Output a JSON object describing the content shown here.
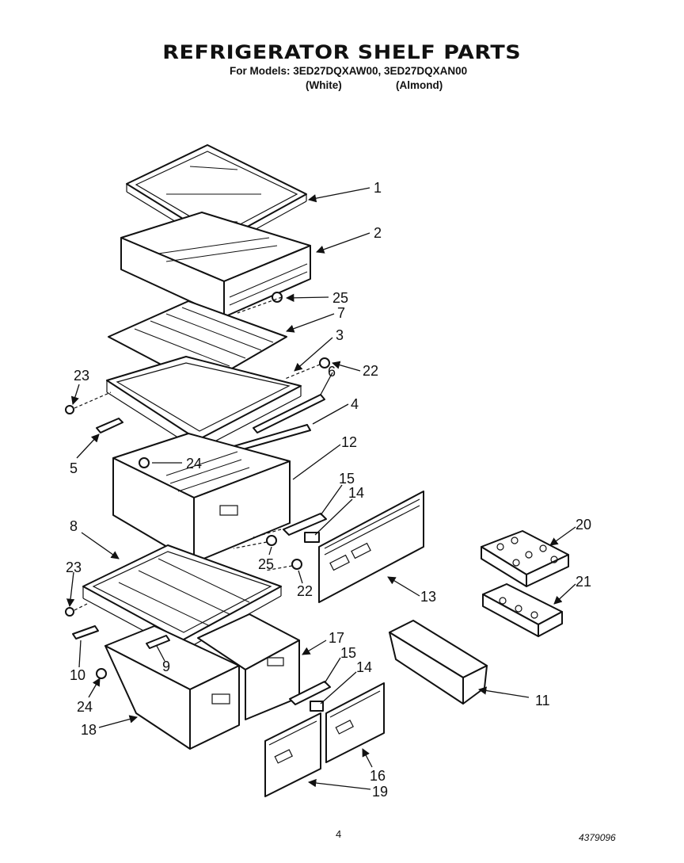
{
  "header": {
    "title": "REFRIGERATOR SHELF PARTS",
    "models": "For Models: 3ED27DQXAW00, 3ED27DQXAN00",
    "variants": [
      "(White)",
      "(Almond)"
    ]
  },
  "callouts": [
    "1",
    "2",
    "25",
    "7",
    "3",
    "22",
    "6",
    "23",
    "4",
    "5",
    "24",
    "12",
    "15",
    "14",
    "8",
    "20",
    "25",
    "23",
    "21",
    "22",
    "13",
    "17",
    "15",
    "14",
    "9",
    "11",
    "10",
    "24",
    "18",
    "16",
    "19"
  ],
  "footer": {
    "page_number": "4",
    "document_number": "4379096"
  }
}
